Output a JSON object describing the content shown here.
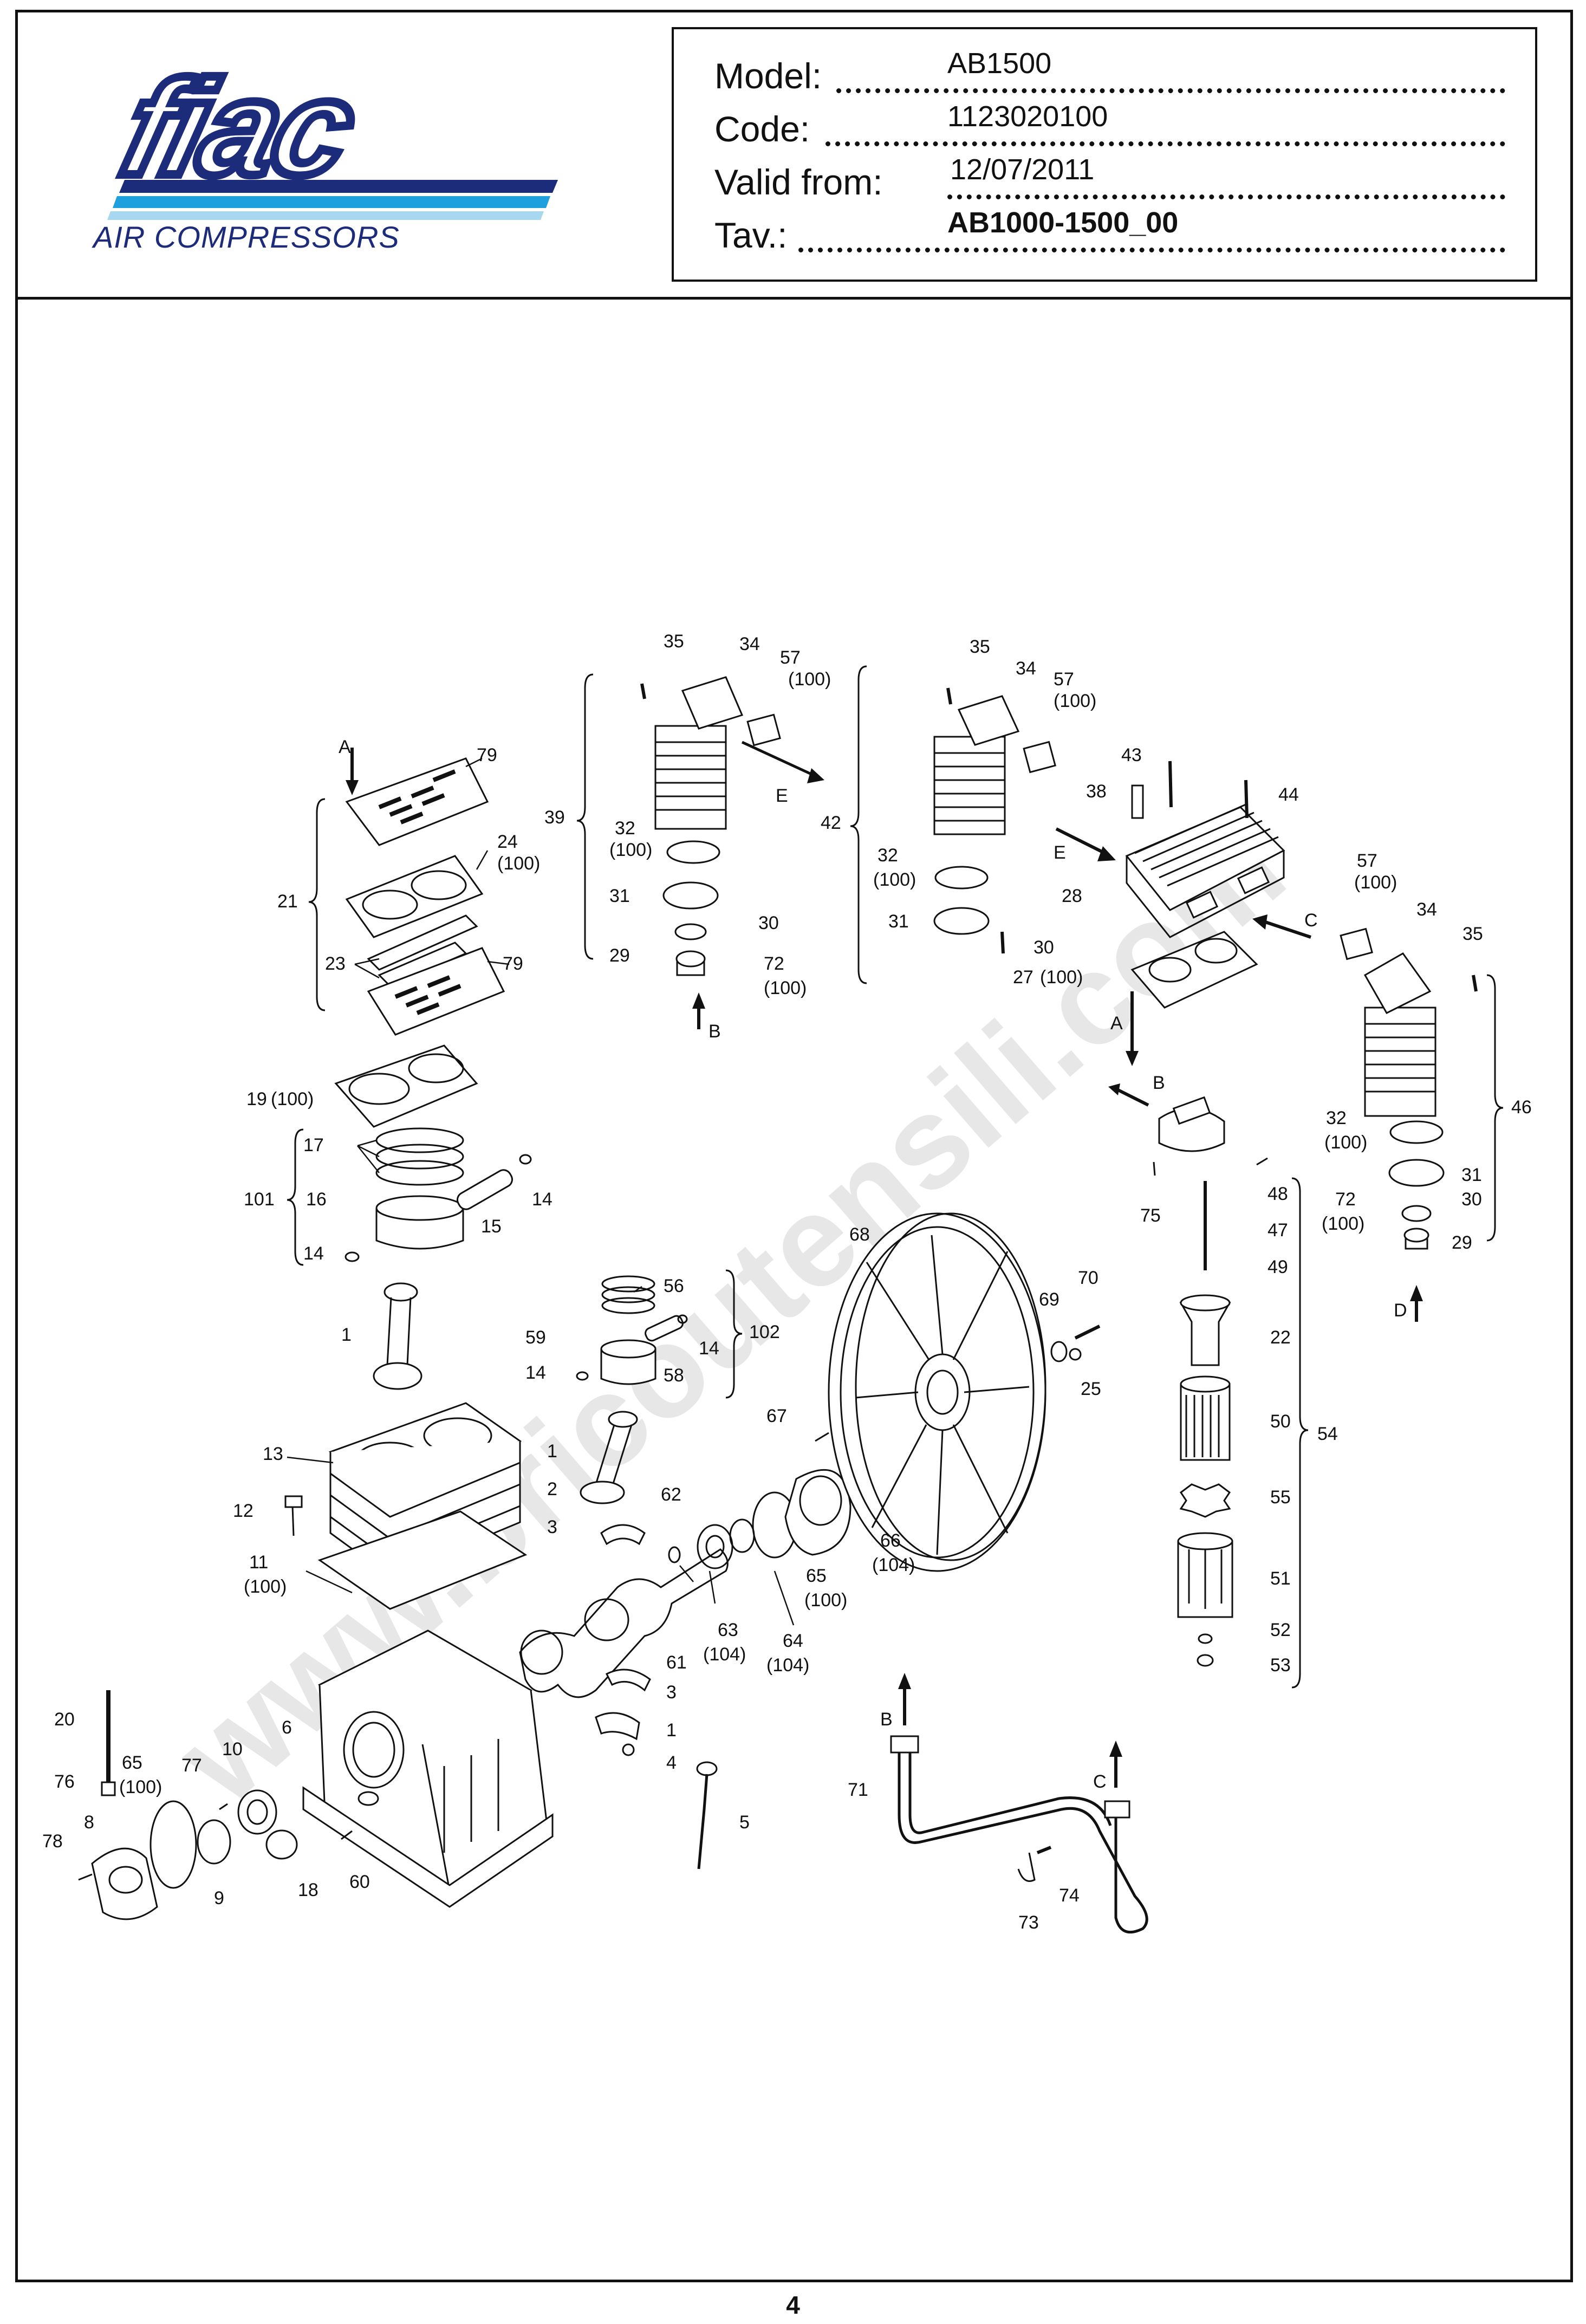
{
  "brand": {
    "logo_text": "fiac",
    "tagline": "AIR COMPRESSORS",
    "colors": {
      "navy": "#1c2b7a",
      "blue": "#1ea0dc",
      "light_blue": "#a8d8f0"
    }
  },
  "info": {
    "model_label": "Model:",
    "model_value": "AB1500",
    "code_label": "Code:",
    "code_value": "1123020100",
    "valid_label": "Valid from:",
    "valid_value": "12/07/2011",
    "tav_label": "Tav.:",
    "tav_value": "AB1000-1500_00"
  },
  "watermark": "www.bricoutensili.com",
  "callouts": [
    "1",
    "2",
    "3",
    "4",
    "5",
    "6",
    "8",
    "9",
    "10",
    "11",
    "12",
    "13",
    "14",
    "15",
    "16",
    "17",
    "18",
    "19",
    "20",
    "21",
    "22",
    "23",
    "24",
    "25",
    "27",
    "28",
    "29",
    "30",
    "31",
    "32",
    "34",
    "35",
    "38",
    "39",
    "42",
    "43",
    "44",
    "46",
    "47",
    "48",
    "49",
    "50",
    "51",
    "52",
    "53",
    "54",
    "55",
    "56",
    "57",
    "58",
    "59",
    "60",
    "61",
    "62",
    "63",
    "64",
    "65",
    "66",
    "67",
    "68",
    "69",
    "70",
    "71",
    "72",
    "73",
    "74",
    "75",
    "76",
    "77",
    "78",
    "79",
    "101",
    "102"
  ],
  "sub_quantities": [
    "(100)",
    "(104)"
  ],
  "flow_letters": [
    "A",
    "B",
    "C",
    "D",
    "E"
  ],
  "page_number": "4"
}
